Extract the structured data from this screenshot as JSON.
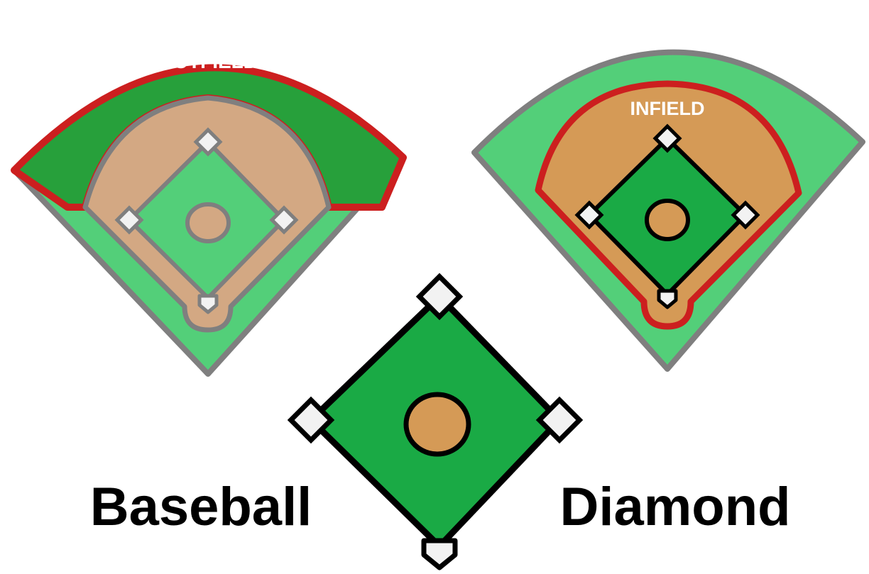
{
  "diagrams": {
    "outfield": {
      "label": "OUTFIELD"
    },
    "infield": {
      "label": "INFIELD"
    }
  },
  "caption": {
    "left": "Baseball",
    "right": "Diamond"
  },
  "colors": {
    "grass_light": "#53cf79",
    "grass_dark": "#27a03b",
    "diamond_green": "#1aaa45",
    "dirt_light": "#d3a883",
    "dirt_dark": "#d59a56",
    "highlight_red": "#cc1f1f",
    "outline_gray": "#7f7f7f",
    "base_white": "#f2f2f2"
  }
}
